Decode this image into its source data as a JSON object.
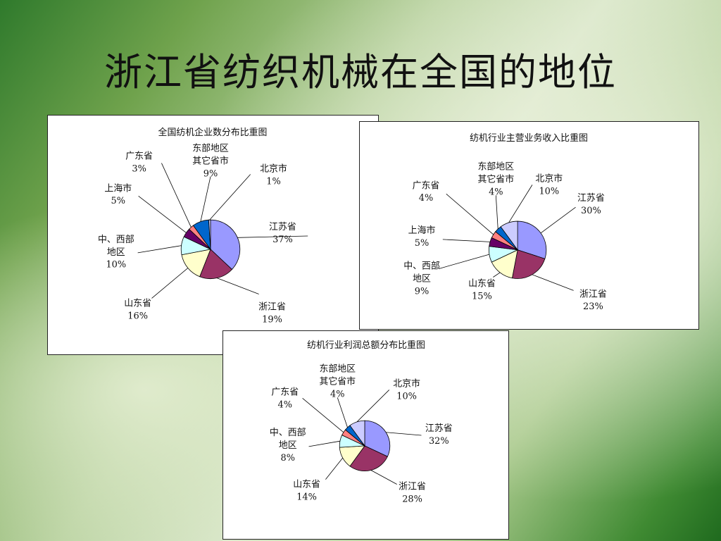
{
  "slide": {
    "title": "浙江省纺织机械在全国的地位"
  },
  "chart_data": [
    {
      "type": "pie",
      "title": "全国纺机企业数分布比重图",
      "slices": [
        {
          "name": "江苏省",
          "value": 37,
          "label": "37%",
          "color": "#9999FF"
        },
        {
          "name": "浙江省",
          "value": 19,
          "label": "19%",
          "color": "#993366"
        },
        {
          "name": "山东省",
          "value": 16,
          "label": "16%",
          "color": "#FFFFCC"
        },
        {
          "name": "中、西部地区",
          "value": 10,
          "label": "10%",
          "color": "#CCFFFF"
        },
        {
          "name": "上海市",
          "value": 5,
          "label": "5%",
          "color": "#660066"
        },
        {
          "name": "广东省",
          "value": 3,
          "label": "3%",
          "color": "#FF8080"
        },
        {
          "name": "东部地区其它省市",
          "value": 9,
          "label": "9%",
          "color": "#0066CC"
        },
        {
          "name": "北京市",
          "value": 1,
          "label": "1%",
          "color": "#CCCCFF"
        }
      ]
    },
    {
      "type": "pie",
      "title": "纺机行业主营业务收入比重图",
      "slices": [
        {
          "name": "江苏省",
          "value": 30,
          "label": "30%",
          "color": "#9999FF"
        },
        {
          "name": "浙江省",
          "value": 23,
          "label": "23%",
          "color": "#993366"
        },
        {
          "name": "山东省",
          "value": 15,
          "label": "15%",
          "color": "#FFFFCC"
        },
        {
          "name": "中、西部地区",
          "value": 9,
          "label": "9%",
          "color": "#CCFFFF"
        },
        {
          "name": "上海市",
          "value": 5,
          "label": "5%",
          "color": "#660066"
        },
        {
          "name": "广东省",
          "value": 4,
          "label": "4%",
          "color": "#FF8080"
        },
        {
          "name": "东部地区其它省市",
          "value": 4,
          "label": "4%",
          "color": "#0066CC"
        },
        {
          "name": "北京市",
          "value": 10,
          "label": "10%",
          "color": "#CCCCFF"
        }
      ]
    },
    {
      "type": "pie",
      "title": "纺机行业利润总额分布比重图",
      "slices": [
        {
          "name": "江苏省",
          "value": 32,
          "label": "32%",
          "color": "#9999FF"
        },
        {
          "name": "浙江省",
          "value": 28,
          "label": "28%",
          "color": "#993366"
        },
        {
          "name": "山东省",
          "value": 14,
          "label": "14%",
          "color": "#FFFFCC"
        },
        {
          "name": "中、西部地区",
          "value": 8,
          "label": "8%",
          "color": "#CCFFFF"
        },
        {
          "name": "广东省",
          "value": 4,
          "label": "4%",
          "color": "#FF8080"
        },
        {
          "name": "东部地区其它省市",
          "value": 4,
          "label": "4%",
          "color": "#0066CC"
        },
        {
          "name": "北京市",
          "value": 10,
          "label": "10%",
          "color": "#CCCCFF"
        }
      ]
    }
  ]
}
